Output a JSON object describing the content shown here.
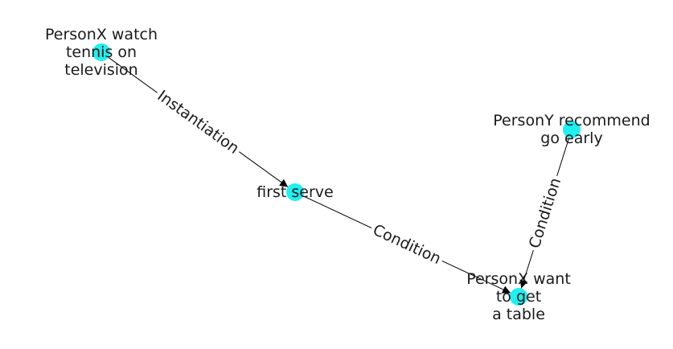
{
  "graph": {
    "node_color": "#1ff0f0",
    "edge_color": "#000000",
    "nodes": [
      {
        "id": "n1",
        "lines": [
          "PersonX watch",
          "tennis on",
          "television"
        ]
      },
      {
        "id": "n2",
        "lines": [
          "first serve"
        ]
      },
      {
        "id": "n3",
        "lines": [
          "PersonX want",
          "to get",
          "a table"
        ]
      },
      {
        "id": "n4",
        "lines": [
          "PersonY recommend",
          "go early"
        ]
      }
    ],
    "edges": [
      {
        "from": "n1",
        "to": "n2",
        "label": "Instantiation"
      },
      {
        "from": "n2",
        "to": "n3",
        "label": "Condition"
      },
      {
        "from": "n4",
        "to": "n3",
        "label": "Condition"
      }
    ]
  }
}
